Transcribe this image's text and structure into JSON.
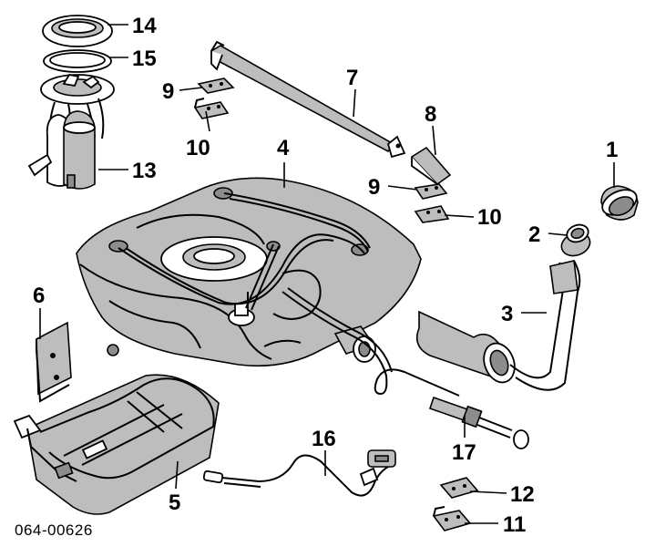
{
  "diagram_ref": "064-00626",
  "callouts": {
    "c1": "1",
    "c2": "2",
    "c3": "3",
    "c4": "4",
    "c5": "5",
    "c6": "6",
    "c7": "7",
    "c8": "8",
    "c9a": "9",
    "c9b": "9",
    "c10a": "10",
    "c10b": "10",
    "c11": "11",
    "c12": "12",
    "c13": "13",
    "c14": "14",
    "c15": "15",
    "c16": "16",
    "c17": "17"
  },
  "parts": [
    {
      "id": "1",
      "icon": "filler-cap-icon"
    },
    {
      "id": "2",
      "icon": "filler-neck-seal-icon"
    },
    {
      "id": "3",
      "icon": "filler-pipe-icon"
    },
    {
      "id": "4",
      "icon": "fuel-tank-icon"
    },
    {
      "id": "5",
      "icon": "tank-shield-icon"
    },
    {
      "id": "6",
      "icon": "mounting-bracket-icon"
    },
    {
      "id": "7",
      "icon": "tank-strap-icon"
    },
    {
      "id": "8",
      "icon": "strap-bracket-icon"
    },
    {
      "id": "9",
      "icon": "pad-icon"
    },
    {
      "id": "10",
      "icon": "pad-icon"
    },
    {
      "id": "11",
      "icon": "pad-icon"
    },
    {
      "id": "12",
      "icon": "pad-icon"
    },
    {
      "id": "13",
      "icon": "fuel-pump-module-icon"
    },
    {
      "id": "14",
      "icon": "lock-ring-icon"
    },
    {
      "id": "15",
      "icon": "seal-ring-icon"
    },
    {
      "id": "16",
      "icon": "harness-icon"
    },
    {
      "id": "17",
      "icon": "vent-hose-icon"
    }
  ]
}
